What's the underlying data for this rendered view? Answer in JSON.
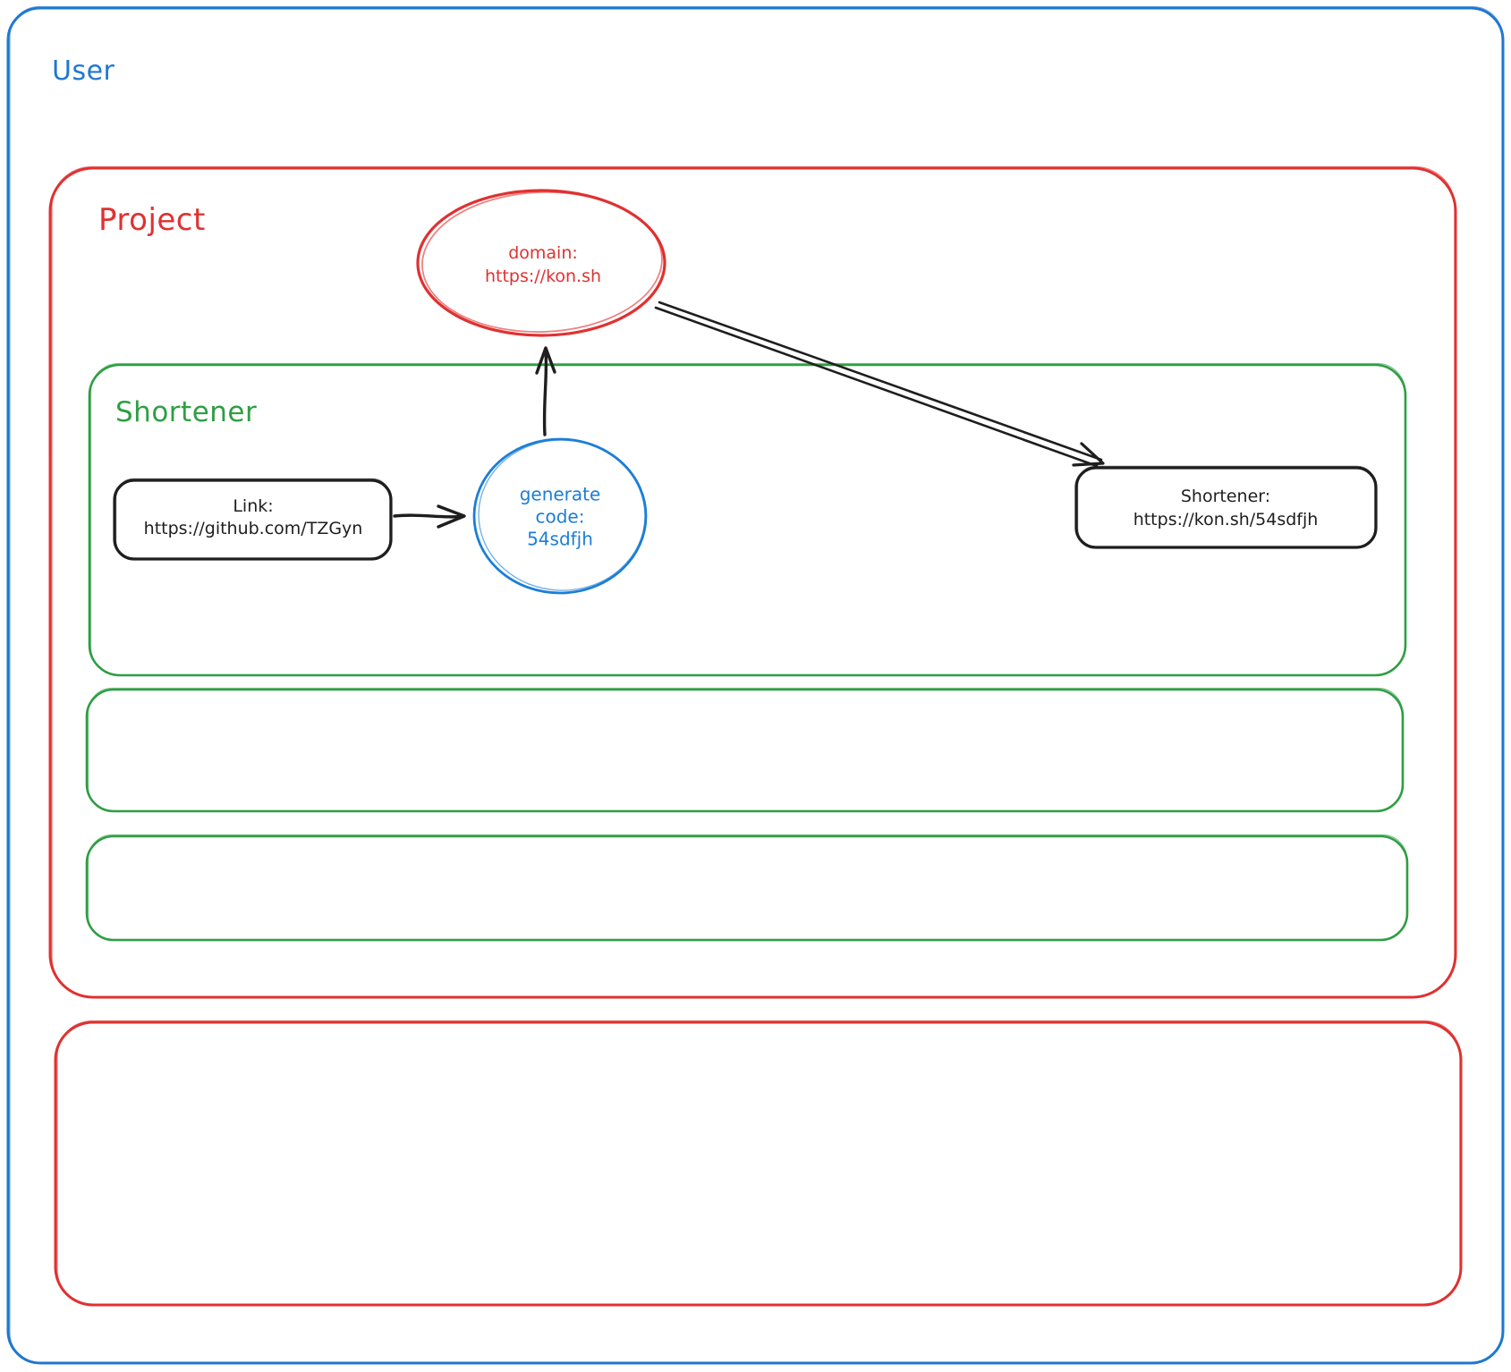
{
  "diagram": {
    "user_label": "User",
    "project_label": "Project",
    "shortener_label": "Shortener",
    "nodes": {
      "domain": {
        "line1": "domain:",
        "line2": "https://kon.sh"
      },
      "link": {
        "line1": "Link:",
        "line2": "https://github.com/TZGyn"
      },
      "generate_code": {
        "line1": "generate",
        "line2": "code:",
        "line3": "54sdfjh"
      },
      "shortener_result": {
        "line1": "Shortener:",
        "line2": "https://kon.sh/54sdfjh"
      }
    },
    "edges": [
      {
        "from": "link",
        "to": "generate_code",
        "style": "arrow"
      },
      {
        "from": "generate_code",
        "to": "domain",
        "style": "arrow"
      },
      {
        "from": "domain",
        "to": "shortener_result",
        "style": "double-line-arrow"
      }
    ]
  },
  "colors": {
    "blue": "#1f78d1",
    "circle_blue": "#1c7ed6",
    "red": "#e03131",
    "green": "#2f9e44",
    "black": "#1e1e1e"
  }
}
